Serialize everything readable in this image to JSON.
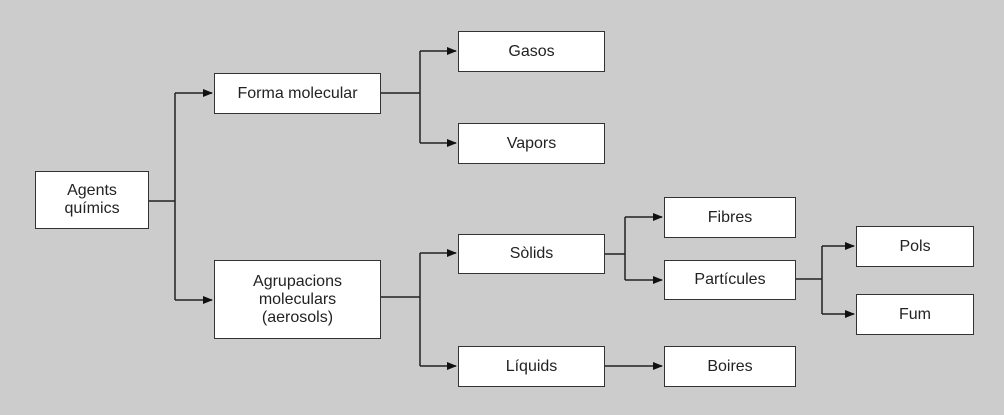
{
  "diagram": {
    "background": "#cccccc",
    "nodes": {
      "agents": "Agents\nquímics",
      "forma": "Forma molecular",
      "agrupacions": "Agrupacions\nmoleculars\n(aerosols)",
      "gasos": "Gasos",
      "vapors": "Vapors",
      "solids": "Sòlids",
      "liquids": "Líquids",
      "fibres": "Fibres",
      "particules": "Partícules",
      "boires": "Boires",
      "pols": "Pols",
      "fum": "Fum"
    },
    "edges": [
      {
        "from": "agents",
        "to": "forma"
      },
      {
        "from": "agents",
        "to": "agrupacions"
      },
      {
        "from": "forma",
        "to": "gasos"
      },
      {
        "from": "forma",
        "to": "vapors"
      },
      {
        "from": "agrupacions",
        "to": "solids"
      },
      {
        "from": "agrupacions",
        "to": "liquids"
      },
      {
        "from": "solids",
        "to": "fibres"
      },
      {
        "from": "solids",
        "to": "particules"
      },
      {
        "from": "liquids",
        "to": "boires"
      },
      {
        "from": "particules",
        "to": "pols"
      },
      {
        "from": "particules",
        "to": "fum"
      }
    ]
  }
}
